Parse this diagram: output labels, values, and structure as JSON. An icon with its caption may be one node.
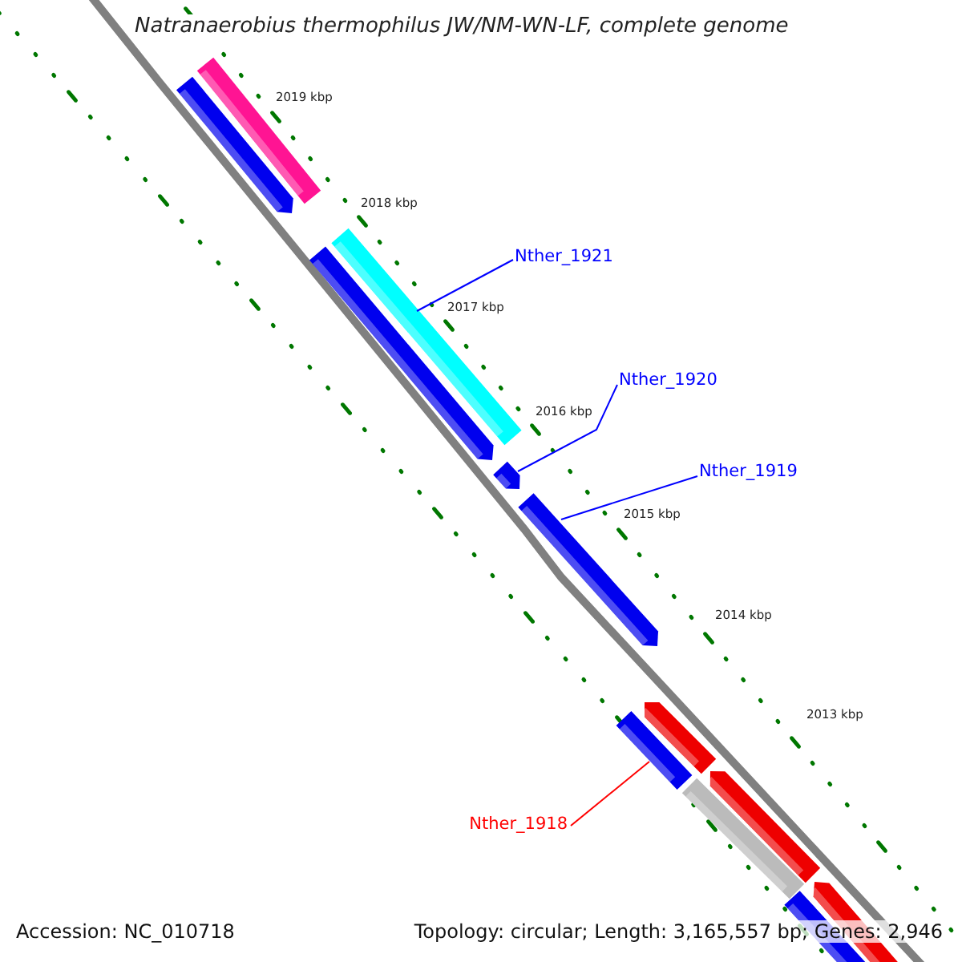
{
  "diagram": {
    "title": "Natranaerobius thermophilus JW/NM-WN-LF, complete genome",
    "nodes": [
      {
        "text": [
          "Nther_1921"
        ]
      },
      {
        "text": [
          "Nther_1920"
        ]
      },
      {
        "text": [
          "Nther_1919"
        ]
      },
      {
        "text": [
          "Nther_1918"
        ]
      },
      {
        "text": [],
        "shape": "bar"
      },
      {
        "text": [],
        "shape": "bar"
      },
      {
        "text": [],
        "shape": "bar"
      },
      {
        "text": [],
        "shape": "bar"
      }
    ],
    "edges": [
      {
        "from": 0,
        "to": 4,
        "arrow": "none"
      },
      {
        "from": 1,
        "to": 5,
        "arrow": "none"
      },
      {
        "from": 2,
        "to": 6,
        "arrow": "none"
      },
      {
        "from": 3,
        "to": 7,
        "arrow": "none",
        "color": "#ff0000"
      }
    ],
    "labels": [
      "2019 kbp",
      "2018 kbp",
      "2017 kbp",
      "2016 kbp",
      "2015 kbp",
      "2014 kbp",
      "2013 kbp",
      "Accession: NC_010718",
      "Topology: circular; Length: 3,165,557 bp; Genes: 2,946"
    ]
  }
}
